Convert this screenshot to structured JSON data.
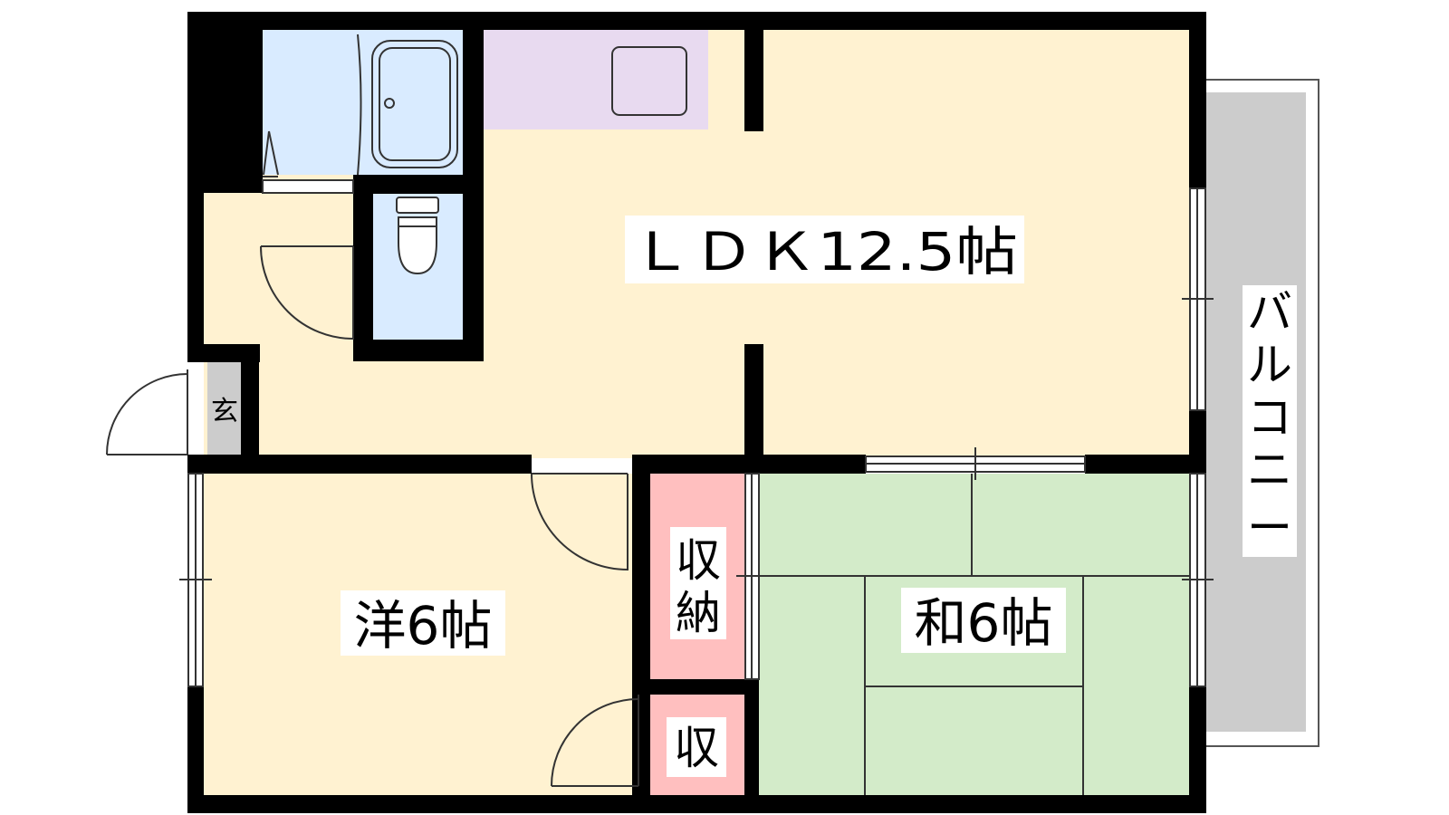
{
  "rooms": {
    "ldk": {
      "label": "ＬＤＫ12.5帖",
      "color": "#fff2d1"
    },
    "western": {
      "label": "洋6帖",
      "color": "#fff2d1"
    },
    "japanese": {
      "label": "和6帖",
      "color": "#d3ebc9"
    },
    "storage_large": {
      "label_line1": "収",
      "label_line2": "納",
      "color": "#ffbfbf"
    },
    "storage_small": {
      "label": "収",
      "color": "#ffbfbf"
    },
    "entrance": {
      "label": "玄",
      "color": "#cccccc"
    },
    "balcony": {
      "label_chars": [
        "バ",
        "ル",
        "コ",
        "ニ",
        "ー"
      ],
      "color": "#cccccc"
    },
    "bath": {
      "color": "#d9ebff"
    },
    "toilet": {
      "color": "#d9ebff"
    },
    "kitchen": {
      "color": "#e8daf0"
    }
  },
  "colors": {
    "wall": "#000000",
    "fixture_line": "#333333"
  }
}
